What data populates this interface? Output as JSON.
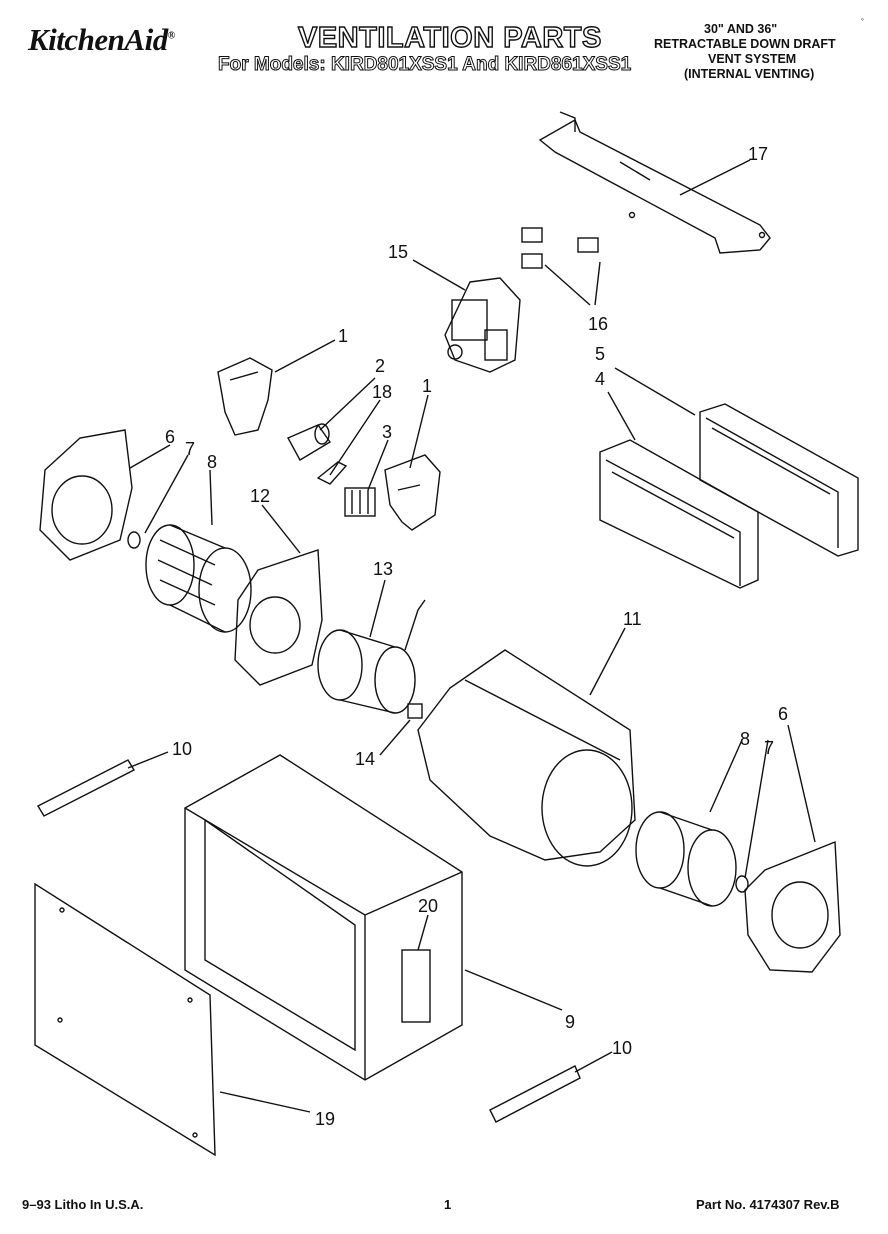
{
  "header": {
    "brand": "KitchenAid",
    "brand_mark": "®",
    "title": "VENTILATION PARTS",
    "models": "For Models: KIRD801XSS1 And KIRD861XSS1",
    "system_lines": [
      "30\" AND 36\"",
      "RETRACTABLE DOWN DRAFT",
      "VENT SYSTEM",
      "(INTERNAL VENTING)"
    ],
    "corner_mark": "◦"
  },
  "callouts": {
    "c1a": "1",
    "c1b": "1",
    "c2": "2",
    "c3": "3",
    "c4": "4",
    "c5": "5",
    "c6a": "6",
    "c6b": "6",
    "c7a": "7",
    "c7b": "7",
    "c8a": "8",
    "c8b": "8",
    "c9": "9",
    "c10a": "10",
    "c10b": "10",
    "c11": "11",
    "c12": "12",
    "c13": "13",
    "c14": "14",
    "c15": "15",
    "c16": "16",
    "c17": "17",
    "c18": "18",
    "c19": "19",
    "c20": "20"
  },
  "footer": {
    "left": "9–93 Litho In U.S.A.",
    "center": "1",
    "right": "Part No. 4174307 Rev.B"
  }
}
